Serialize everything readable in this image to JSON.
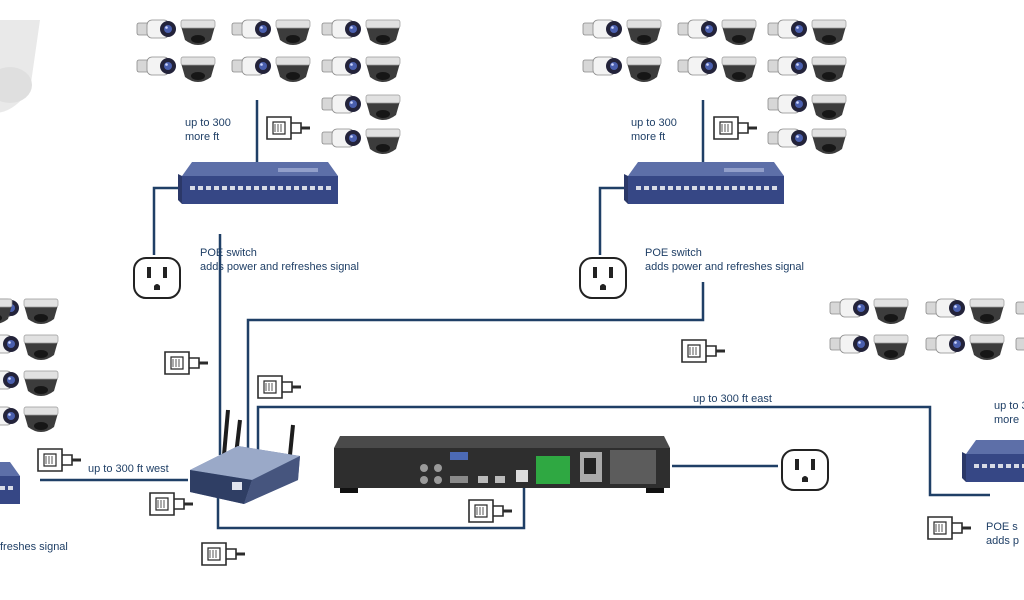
{
  "labels": {
    "more_ft_left_1": "up to 300",
    "more_ft_left_2": "more ft",
    "more_ft_center_1": "up to 300",
    "more_ft_center_2": "more ft",
    "more_ft_right_1": "up to 3",
    "more_ft_right_2": "more",
    "poe_left_1": "POE switch",
    "poe_left_2": "adds power and refreshes signal",
    "poe_center_1": "POE switch",
    "poe_center_2": "adds power and refreshes signal",
    "poe_right_1": "POE s",
    "poe_right_2": "adds p",
    "poe_far_left_2": "freshes signal",
    "west": "up to 300 ft west",
    "east": "up to 300 ft east"
  },
  "colors": {
    "cable": "#1f3f66",
    "switch_body": "#3e4f8a",
    "nvr_body": "#2b2b2b",
    "text": "#1f3f66"
  }
}
